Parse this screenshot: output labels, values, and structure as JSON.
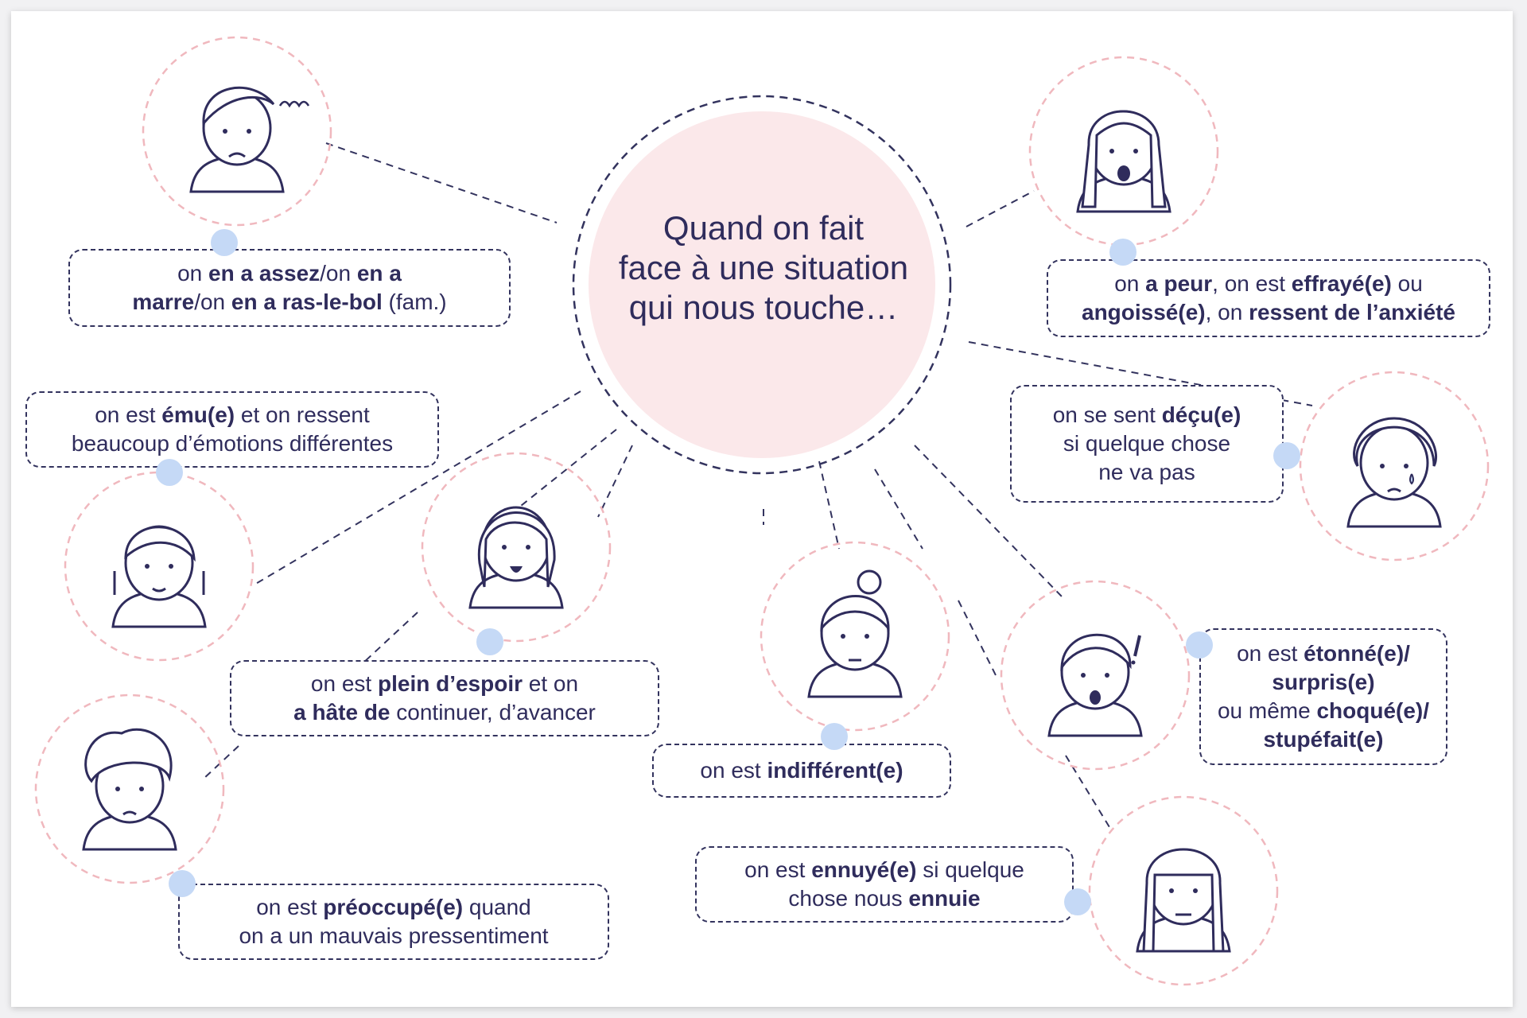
{
  "title_lines": [
    "Quand on fait",
    "face à une situation",
    "qui nous touche…"
  ],
  "colors": {
    "ink": "#2f2c5c",
    "pink_fill": "#fbe8ea",
    "pink_dash": "#f0b8be",
    "dot": "#c5d9f6"
  },
  "bubbles": [
    {
      "id": "en-a-assez",
      "segments": [
        {
          "t": "on ",
          "b": false
        },
        {
          "t": "en a assez",
          "b": true
        },
        {
          "t": "/on ",
          "b": false
        },
        {
          "t": "en a",
          "b": true
        },
        {
          "t": "\n",
          "b": false
        },
        {
          "t": "marre",
          "b": true
        },
        {
          "t": "/on ",
          "b": false
        },
        {
          "t": "en a ras-le-bol",
          "b": true
        },
        {
          "t": " (fam.)",
          "b": false
        }
      ]
    },
    {
      "id": "peur",
      "segments": [
        {
          "t": "on ",
          "b": false
        },
        {
          "t": "a peur",
          "b": true
        },
        {
          "t": ", on est ",
          "b": false
        },
        {
          "t": "effrayé(e)",
          "b": true
        },
        {
          "t": " ou",
          "b": false
        },
        {
          "t": "\n",
          "b": false
        },
        {
          "t": "angoissé(e)",
          "b": true
        },
        {
          "t": ", on ",
          "b": false
        },
        {
          "t": "ressent de l’anxiété",
          "b": true
        }
      ]
    },
    {
      "id": "emu",
      "segments": [
        {
          "t": "on est ",
          "b": false
        },
        {
          "t": "ému(e)",
          "b": true
        },
        {
          "t": " et on ressent",
          "b": false
        },
        {
          "t": "\n",
          "b": false
        },
        {
          "t": "beaucoup d’émotions différentes",
          "b": false
        }
      ]
    },
    {
      "id": "decu",
      "segments": [
        {
          "t": "on se sent ",
          "b": false
        },
        {
          "t": "déçu(e)",
          "b": true
        },
        {
          "t": "\n",
          "b": false
        },
        {
          "t": "si quelque chose",
          "b": false
        },
        {
          "t": "\n",
          "b": false
        },
        {
          "t": "ne va pas",
          "b": false
        }
      ]
    },
    {
      "id": "espoir",
      "segments": [
        {
          "t": "on est ",
          "b": false
        },
        {
          "t": "plein d’espoir",
          "b": true
        },
        {
          "t": " et on",
          "b": false
        },
        {
          "t": "\n",
          "b": false
        },
        {
          "t": "a hâte de",
          "b": true
        },
        {
          "t": " continuer, d’avancer",
          "b": false
        }
      ]
    },
    {
      "id": "etonne",
      "segments": [
        {
          "t": "on est ",
          "b": false
        },
        {
          "t": "étonné(e)/",
          "b": true
        },
        {
          "t": "\n",
          "b": false
        },
        {
          "t": "surpris(e)",
          "b": true
        },
        {
          "t": "\n",
          "b": false
        },
        {
          "t": "ou même ",
          "b": false
        },
        {
          "t": "choqué(e)/",
          "b": true
        },
        {
          "t": "\n",
          "b": false
        },
        {
          "t": "stupéfait(e)",
          "b": true
        }
      ]
    },
    {
      "id": "indifferent",
      "segments": [
        {
          "t": "on est ",
          "b": false
        },
        {
          "t": "indifférent(e)",
          "b": true
        }
      ]
    },
    {
      "id": "ennuye",
      "segments": [
        {
          "t": "on est ",
          "b": false
        },
        {
          "t": "ennuyé(e)",
          "b": true
        },
        {
          "t": " si quelque",
          "b": false
        },
        {
          "t": "\n",
          "b": false
        },
        {
          "t": "chose nous ",
          "b": false
        },
        {
          "t": "ennuie",
          "b": true
        }
      ]
    },
    {
      "id": "preoccupe",
      "segments": [
        {
          "t": "on est ",
          "b": false
        },
        {
          "t": "préoccupé(e)",
          "b": true
        },
        {
          "t": " quand",
          "b": false
        },
        {
          "t": "\n",
          "b": false
        },
        {
          "t": "on a un mauvais pressentiment",
          "b": false
        }
      ]
    }
  ]
}
